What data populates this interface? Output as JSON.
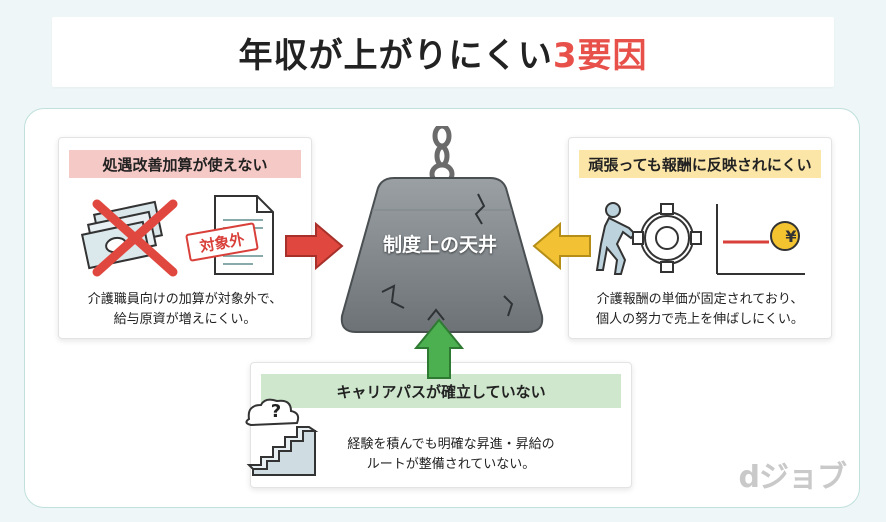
{
  "title": {
    "main": "年収が上がりにくい",
    "accent": "3要因"
  },
  "center": {
    "label": "制度上の天井"
  },
  "cards": {
    "left": {
      "heading": "処遇改善加算が使えない",
      "stamp": "対象外",
      "body_line1": "介護職員向けの加算が対象外で、",
      "body_line2": "給与原資が増えにくい。"
    },
    "right": {
      "heading": "頑張っても報酬に反映されにくい",
      "coin": "¥",
      "body_line1": "介護報酬の単価が固定されており、",
      "body_line2": "個人の努力で売上を伸ばしにくい。"
    },
    "bottom": {
      "heading": "キャリアパスが確立していない",
      "question": "?",
      "body_line1": "経験を積んでも明確な昇進・昇給の",
      "body_line2": "ルートが整備されていない。"
    }
  },
  "logo": "dジョブ",
  "colors": {
    "accent_red": "#e8504a",
    "left_head_bg": "#f5c9c5",
    "right_head_bg": "#fbe6a8",
    "bottom_head_bg": "#cfe8cd",
    "arrow_red": "#e0483f",
    "arrow_yellow": "#f2c234",
    "arrow_green": "#4caf50"
  }
}
